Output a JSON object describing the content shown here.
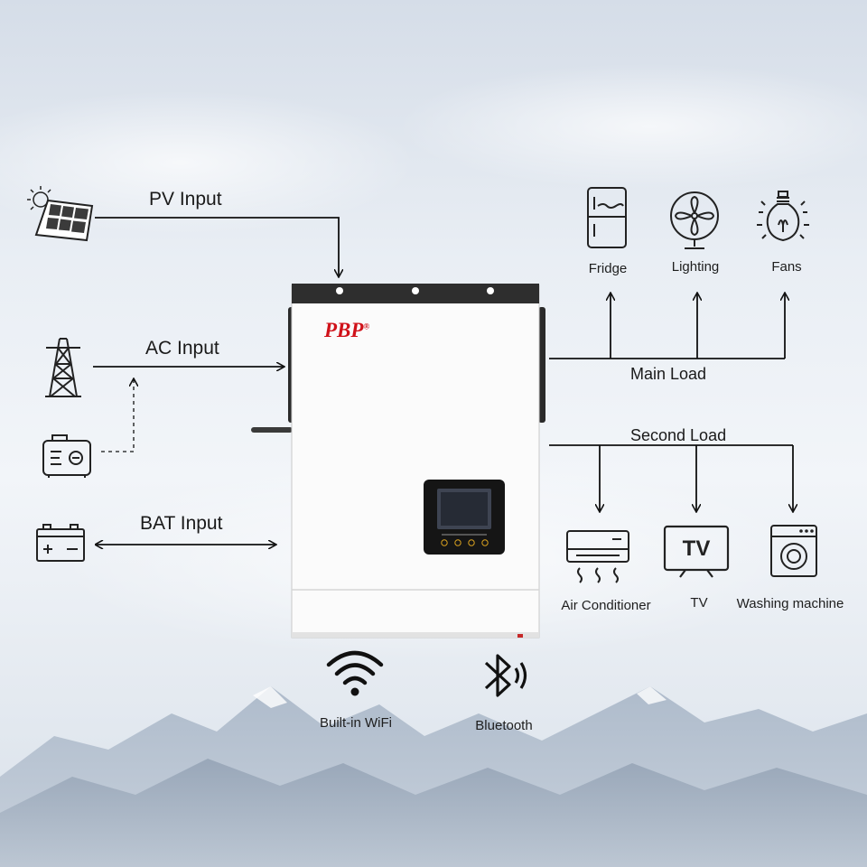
{
  "inputs": {
    "pv": "PV Input",
    "ac": "AC Input",
    "bat": "BAT Input"
  },
  "outputs": {
    "main_load": "Main Load",
    "second_load": "Second Load"
  },
  "main_loads": [
    "Fridge",
    "Lighting",
    "Fans"
  ],
  "second_loads": [
    "Air Conditioner",
    "TV",
    "Washing machine"
  ],
  "connectivity": {
    "wifi": "Built-in WiFi",
    "bluetooth": "Bluetooth"
  },
  "device": {
    "brand": "PBP",
    "registered": "®"
  },
  "icons": {
    "tv_glyph": "TV",
    "battery_plus": "+",
    "battery_minus": "−"
  },
  "colors": {
    "brand": "#d0121a",
    "line": "#111111"
  }
}
